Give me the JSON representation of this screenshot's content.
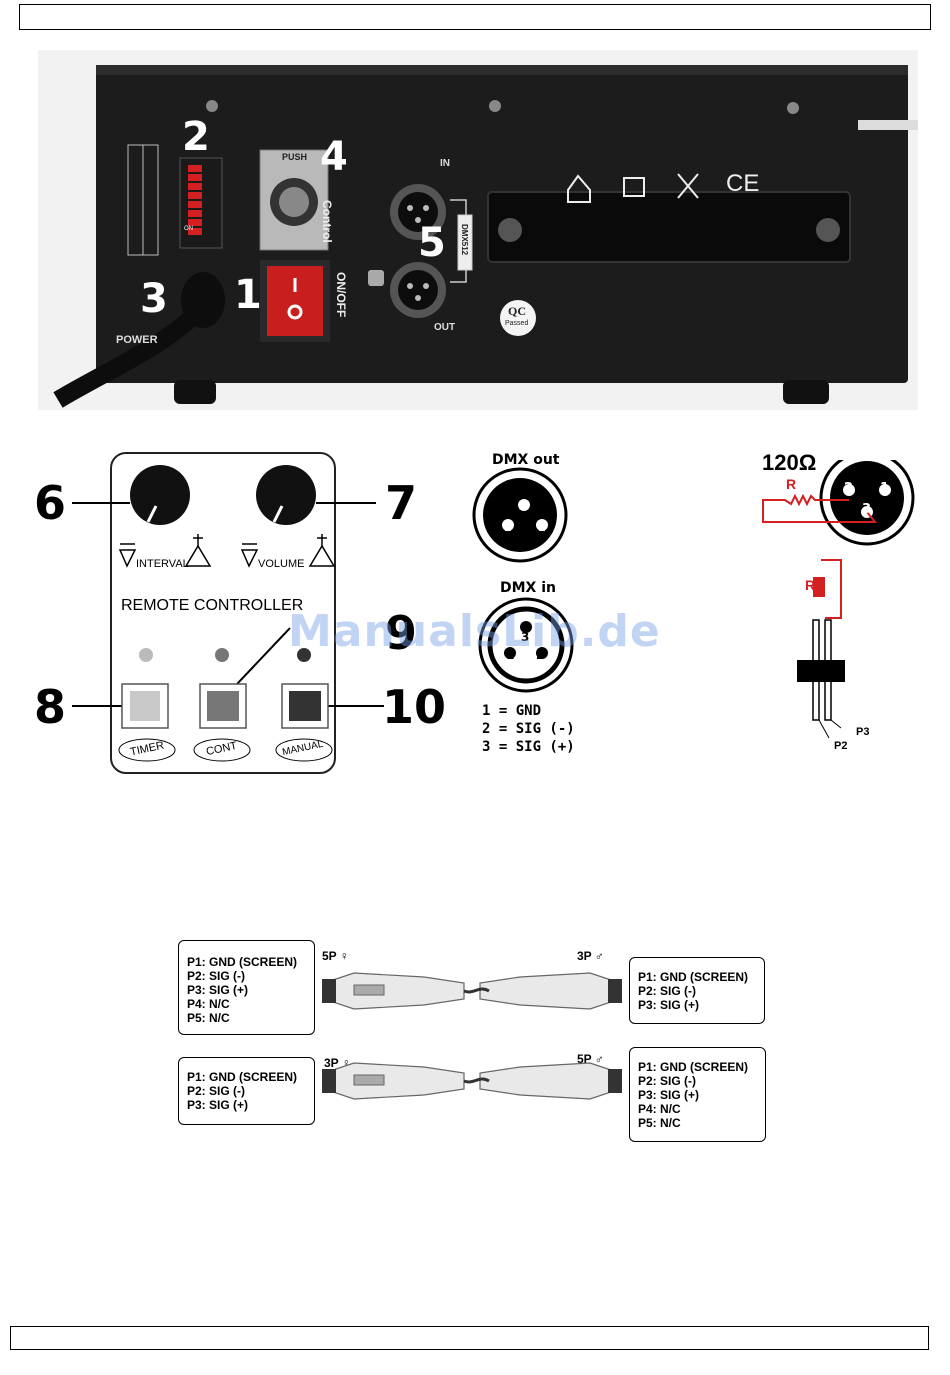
{
  "device": {
    "callouts": [
      "1",
      "2",
      "3",
      "4",
      "5"
    ],
    "push_label": "PUSH",
    "control_label": "Control",
    "onoff_label": "ON/OFF",
    "power_label": "POWER",
    "in_label": "IN",
    "out_label": "OUT",
    "dmx512_label": "DMX512",
    "qc_label": "QC",
    "qc_sub": "Passed",
    "ce_label": "CE",
    "dip_on_label": "ON"
  },
  "remote": {
    "title": "REMOTE CONTROLLER",
    "interval_label": "INTERVAL",
    "volume_label": "VOLUME",
    "timer_label": "TIMER",
    "cont_label": "CONT",
    "manual_label": "MANUAL",
    "callouts": {
      "knob_interval": "6",
      "knob_volume": "7",
      "timer": "8",
      "cont": "9",
      "manual": "10"
    }
  },
  "pinout": {
    "dmx_out_title": "DMX out",
    "dmx_in_title": "DMX in",
    "pins": [
      "1",
      "2",
      "3"
    ],
    "legend": [
      "1 = GND",
      "2 = SIG (-)",
      "3 = SIG (+)"
    ]
  },
  "terminator": {
    "resistance": "120Ω",
    "r_label": "R",
    "pin_labels": [
      "2",
      "1",
      "3"
    ],
    "p2": "P2",
    "p3": "P3"
  },
  "cables": {
    "top": {
      "left_label": "5P ♀",
      "right_label": "3P ♂",
      "left_box": [
        "P1: GND (SCREEN)",
        "P2: SIG (-)",
        "P3: SIG (+)",
        "P4: N/C",
        "P5: N/C"
      ],
      "right_box": [
        "P1: GND (SCREEN)",
        "P2: SIG (-)",
        "P3: SIG (+)"
      ]
    },
    "bottom": {
      "left_label": "3P ♀",
      "right_label": "5P ♂",
      "left_box": [
        "P1: GND (SCREEN)",
        "P2: SIG (-)",
        "P3: SIG (+)"
      ],
      "right_box": [
        "P1: GND (SCREEN)",
        "P2: SIG (-)",
        "P3: SIG (+)",
        "P4: N/C",
        "P5: N/C"
      ]
    }
  },
  "watermark": "ManualsLib.de",
  "colors": {
    "red": "#d42020",
    "switch_red": "#c81e1e",
    "dark": "#1a1a1a"
  }
}
